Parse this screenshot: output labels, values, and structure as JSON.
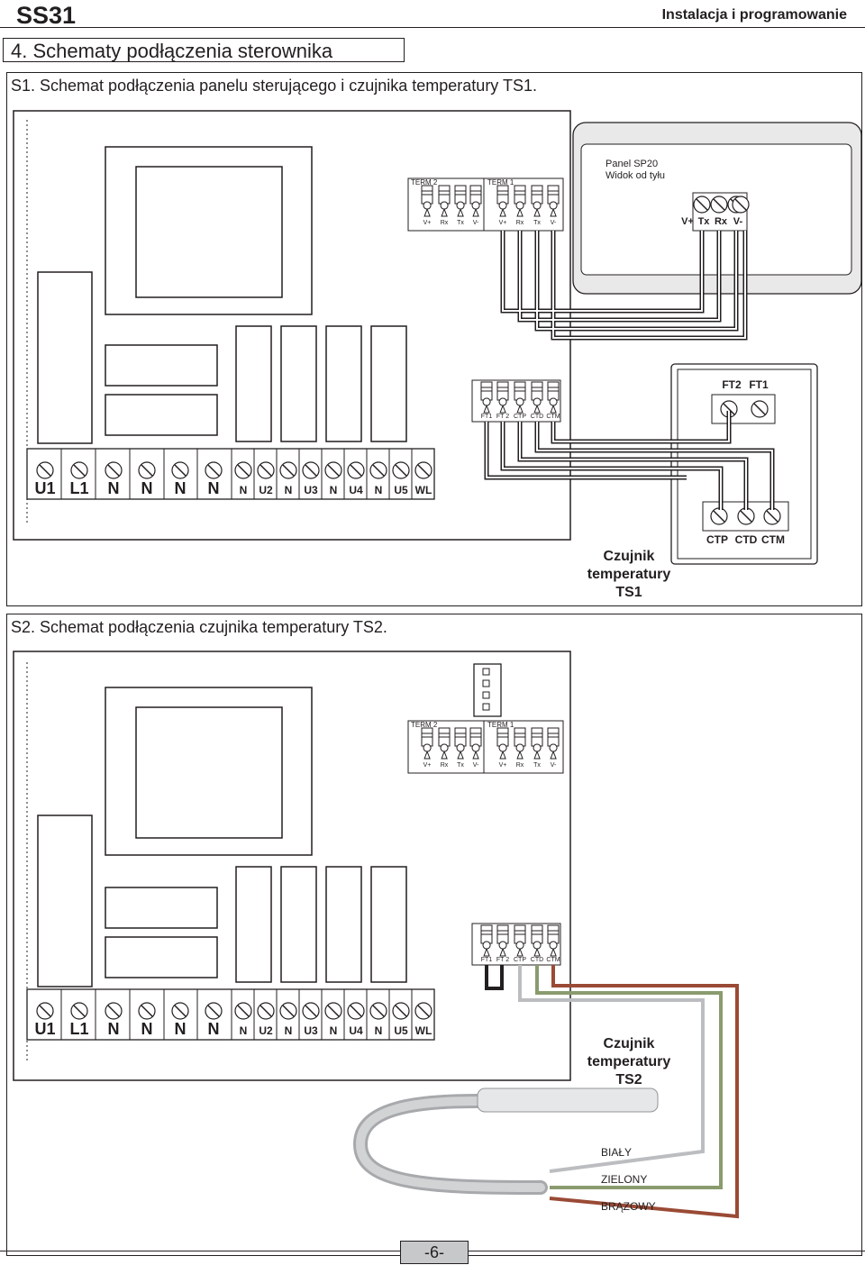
{
  "header": {
    "brand": "SS31",
    "right": "Instalacja i programowanie",
    "section": "4. Schematy podłączenia sterownika"
  },
  "s1": {
    "caption": "S1. Schemat podłączenia panelu sterującego i czujnika temperatury TS1.",
    "term2": "TERM 2",
    "term1": "TERM 1",
    "term_pins": [
      "V+",
      "Rx",
      "Tx",
      "V-"
    ],
    "panel_title": "Panel SP20",
    "panel_subtitle": "Widok od tyłu",
    "panel_pins": [
      "V+",
      "Tx",
      "Rx",
      "V-"
    ],
    "ft_pins": [
      "FT1",
      "FT 2",
      "CTP",
      "CTD",
      "CTM"
    ],
    "sensor_top_pins": [
      "FT2",
      "FT1"
    ],
    "sensor_bottom_pins": [
      "CTP",
      "CTD",
      "CTM"
    ],
    "sensor_label": [
      "Czujnik",
      "temperatury",
      "TS1"
    ]
  },
  "s2": {
    "caption": "S2. Schemat podłączenia czujnika temperatury TS2.",
    "sensor_label": [
      "Czujnik",
      "temperatury",
      "TS2"
    ],
    "wire_labels": [
      "BIAŁY",
      "ZIELONY",
      "BRĄZOWY"
    ],
    "wire_colors": [
      "#bcbdc0",
      "#8a9b6e",
      "#9a4a35"
    ]
  },
  "bottom_terminals": {
    "big": [
      "U1",
      "L1",
      "N",
      "N",
      "N",
      "N"
    ],
    "small": [
      "N",
      "U2",
      "N",
      "U3",
      "N",
      "U4",
      "N",
      "U5",
      "WL"
    ]
  },
  "footer": {
    "page": "-6-"
  }
}
